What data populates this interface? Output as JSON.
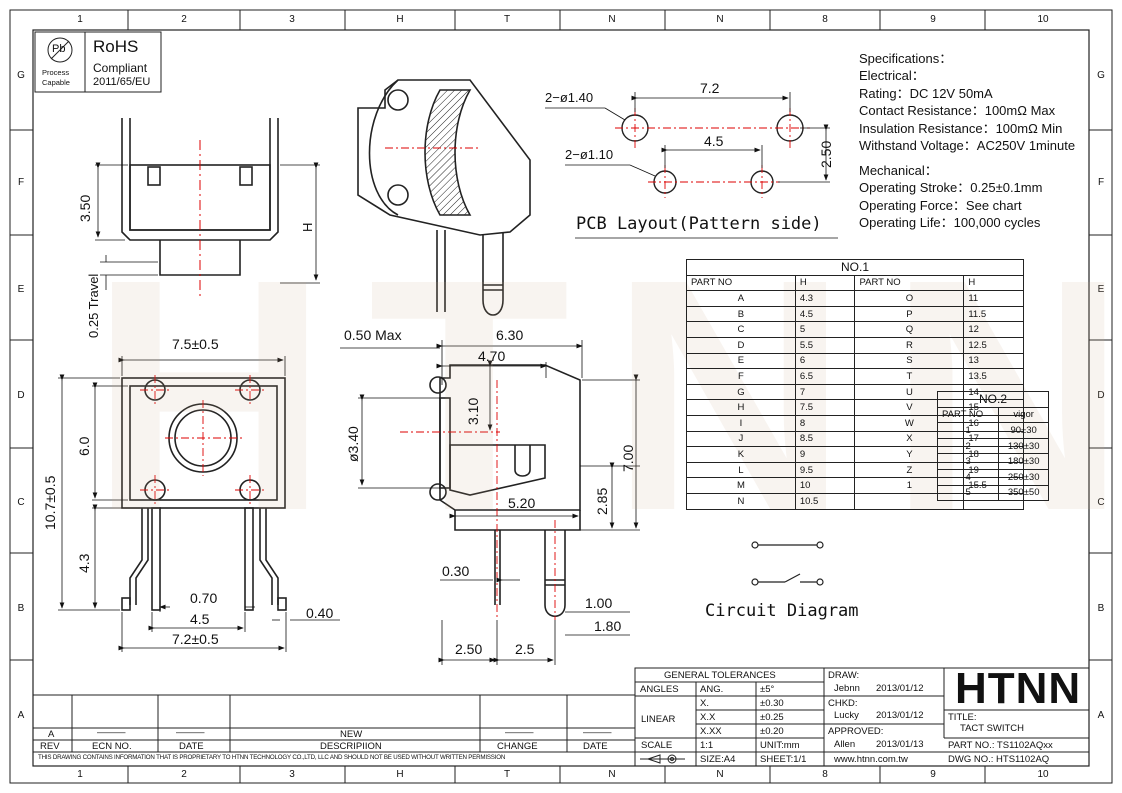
{
  "zones": {
    "columns": [
      "1",
      "2",
      "3",
      "H",
      "T",
      "N",
      "N",
      "8",
      "9",
      "10"
    ],
    "rows": [
      "G",
      "F",
      "E",
      "D",
      "C",
      "B",
      "A"
    ]
  },
  "rohs": {
    "pb_symbol": "Pb",
    "process": "Process",
    "capable": "Capable",
    "title": "RoHS",
    "compliant": "Compliant",
    "directive": "2011/65/EU"
  },
  "watermark": "HTNN",
  "specs": {
    "lines": [
      "Specifications：",
      "Electrical：",
      "Rating：DC 12V 50mA",
      "Contact Resistance：100mΩ Max",
      "Insulation Resistance：100mΩ Min",
      "Withstand Voltage：AC250V 1minute",
      "Mechanical：",
      "Operating Stroke：0.25±0.1mm",
      "Operating Force：See chart",
      "Operating Life：100,000 cycles"
    ]
  },
  "pcb": {
    "title": "PCB Layout(Pattern side)",
    "hole_large": "2−ø1.40",
    "hole_small": "2−ø1.10",
    "dim_72": "7.2",
    "dim_45": "4.5",
    "dim_250": "2.50"
  },
  "front_view": {
    "dim_350": "3.50",
    "dim_h": "H",
    "dim_travel": "0.25  Travel"
  },
  "top_view": {
    "w75": "7.5±0.5",
    "h60": "6.0",
    "h107": "10.7±0.5",
    "h43": "4.3",
    "d070": "0.70",
    "d45": "4.5",
    "w72": "7.2±0.5",
    "d040": "0.40"
  },
  "side_view": {
    "d050": "0.50  Max",
    "d630": "6.30",
    "d470": "4.70",
    "d310": "3.10",
    "d340": "ø3.40",
    "d700": "7.00",
    "d285": "2.85",
    "d520": "5.20",
    "d030": "0.30",
    "d100": "1.00",
    "d180": "1.80",
    "d250": "2.50",
    "d25": "2.5"
  },
  "table1": {
    "title": "NO.1",
    "header": [
      "PART NO",
      "H",
      "PART NO",
      "H"
    ],
    "rows": [
      [
        "A",
        "4.3",
        "O",
        "11"
      ],
      [
        "B",
        "4.5",
        "P",
        "11.5"
      ],
      [
        "C",
        "5",
        "Q",
        "12"
      ],
      [
        "D",
        "5.5",
        "R",
        "12.5"
      ],
      [
        "E",
        "6",
        "S",
        "13"
      ],
      [
        "F",
        "6.5",
        "T",
        "13.5"
      ],
      [
        "G",
        "7",
        "U",
        "14"
      ],
      [
        "H",
        "7.5",
        "V",
        "15"
      ],
      [
        "I",
        "8",
        "W",
        "16"
      ],
      [
        "J",
        "8.5",
        "X",
        "17"
      ],
      [
        "K",
        "9",
        "Y",
        "18"
      ],
      [
        "L",
        "9.5",
        "Z",
        "19"
      ],
      [
        "M",
        "10",
        "1",
        "15.5"
      ],
      [
        "N",
        "10.5",
        "",
        ""
      ]
    ]
  },
  "table2": {
    "title": "NO.2",
    "header": [
      "PART NO",
      "vigor"
    ],
    "rows": [
      [
        "1",
        "90±30"
      ],
      [
        "2",
        "130±30"
      ],
      [
        "3",
        "180±30"
      ],
      [
        "4",
        "250±30"
      ],
      [
        "5",
        "350±50"
      ]
    ]
  },
  "circuit": {
    "title": "Circuit Diagram"
  },
  "title_block": {
    "general_tol": "GENERAL TOLERANCES",
    "angles": "ANGLES",
    "ang": "ANG.",
    "ang_tol": "±5°",
    "linear": "LINEAR",
    "x": "X.",
    "x_tol": "±0.30",
    "xx": "X.X",
    "xx_tol": "±0.25",
    "xxx": "X.XX",
    "xxx_tol": "±0.20",
    "scale": "SCALE",
    "scale_val": "1:1",
    "unit": "UNIT:mm",
    "size": "SIZE:A4",
    "sheet": "SHEET:1/1",
    "draw": "DRAW:",
    "draw_name": "Jebnn",
    "draw_date": "2013/01/12",
    "chkd": "CHKD:",
    "chkd_name": "Lucky",
    "chkd_date": "2013/01/12",
    "approved": "APPROVED:",
    "appr_name": "Allen",
    "appr_date": "2013/01/13",
    "website": "www.htnn.com.tw",
    "brand": "HTNN",
    "title_label": "TITLE:",
    "title_val": "TACT SWITCH",
    "part_no": "PART NO.: TS1102AQxx",
    "dwg_no": "DWG NO.: HTS1102AQ"
  },
  "revision": {
    "rev": "A",
    "ecn": "———",
    "date": "———",
    "desc": "NEW",
    "change": "———",
    "date2": "———",
    "h_rev": "REV",
    "h_ecn": "ECN NO.",
    "h_date": "DATE",
    "h_desc": "DESCRIPIION",
    "h_change": "CHANGE",
    "h_date2": "DATE",
    "disclaimer": "THIS DRAWING CONTAINS INFORMATION THAT IS PROPRIETARY TO HTNN TECHNOLOGY CO.,LTD, LLC AND SHOULD NOT BE USED WITHOUT WRITTEN PERMISSION"
  }
}
